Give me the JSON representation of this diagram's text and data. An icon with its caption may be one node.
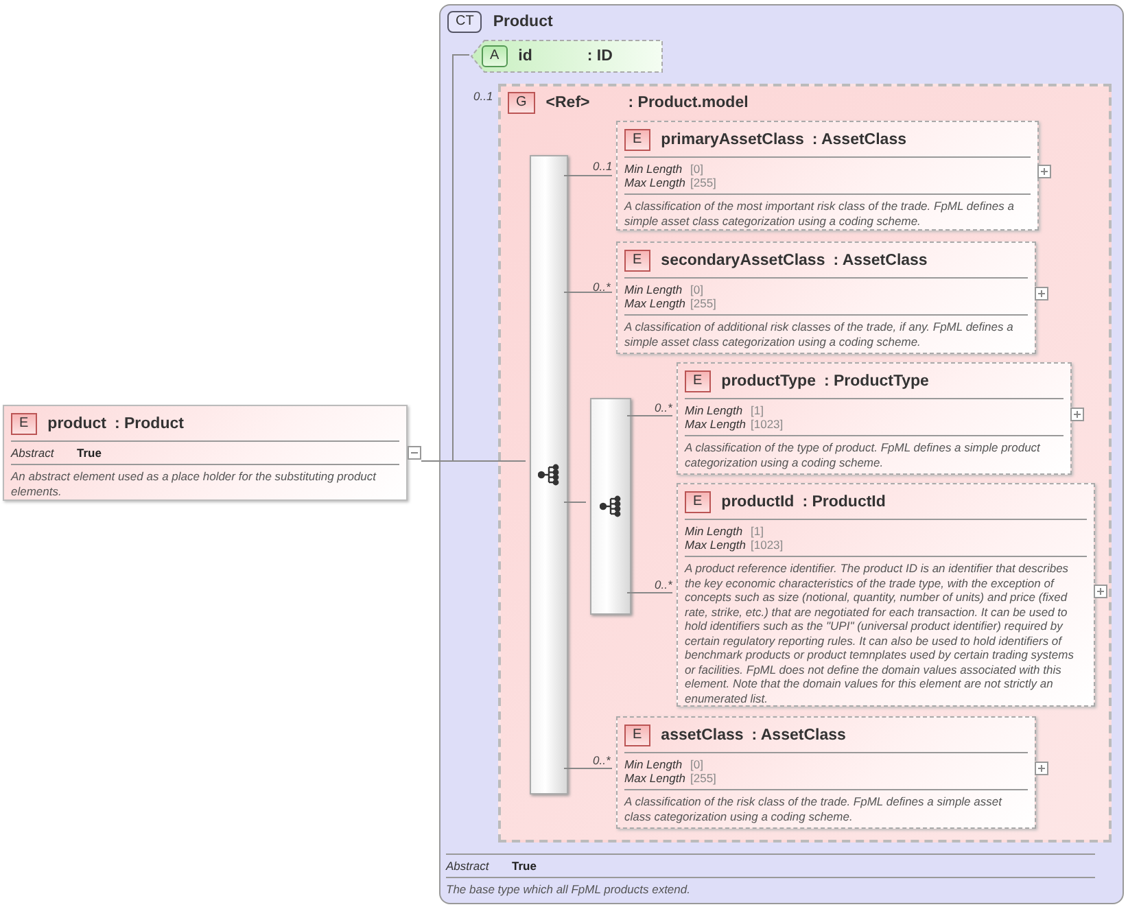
{
  "diagram": {
    "nodes": [
      {
        "text": [
          "E",
          "product",
          ": Product",
          "Abstract",
          "True",
          "An abstract element used as a place holder for the substituting product elements."
        ]
      },
      {
        "text": [
          "CT",
          "Product",
          "Abstract",
          "True",
          "The base type which all FpML products extend."
        ]
      },
      {
        "text": [
          "A",
          "id",
          ": ID"
        ],
        "in": 1
      },
      {
        "text": [
          "G",
          "<Ref>",
          ": Product.model"
        ],
        "in": 1,
        "beside": [
          "0..1"
        ]
      },
      {
        "text": [],
        "shape": "bar",
        "in": 3
      },
      {
        "text": [
          "E",
          "primaryAssetClass",
          ": AssetClass",
          "Min Length",
          "[0]",
          "Max Length",
          "[255]",
          "A classification of the most important risk class of the trade. FpML defines a simple asset class categorization using a coding scheme."
        ],
        "in": 3,
        "beside": [
          "0..1"
        ]
      },
      {
        "text": [
          "E",
          "secondaryAssetClass",
          ": AssetClass",
          "Min Length",
          "[0]",
          "Max Length",
          "[255]",
          "A classification of additional risk classes of the trade, if any. FpML defines a simple asset class categorization using a coding scheme."
        ],
        "in": 3,
        "beside": [
          "0..*"
        ]
      },
      {
        "text": [],
        "shape": "bar",
        "in": 3
      },
      {
        "text": [
          "E",
          "productType",
          ": ProductType",
          "Min Length",
          "[1]",
          "Max Length",
          "[1023]",
          "A classification of the type of product. FpML defines a simple product categorization using a coding scheme."
        ],
        "in": 3,
        "beside": [
          "0..*"
        ]
      },
      {
        "text": [
          "E",
          "productId",
          ": ProductId",
          "Min Length",
          "[1]",
          "Max Length",
          "[1023]",
          "A product reference identifier. The product ID is an identifier that describes the key economic characteristics of the trade type, with the exception of concepts such as size (notional, quantity, number of units) and price (fixed rate, strike, etc.) that are negotiated for each transaction. It can be used to hold identifiers such as the \"UPI\" (universal product identifier) required by certain regulatory reporting rules. It can also be used to hold identifiers of benchmark products or product temnplates used by certain trading systems or facilities. FpML does not define the domain values associated with this element. Note that the domain values for this element are not strictly an enumerated list."
        ],
        "in": 3,
        "beside": [
          "0..*"
        ]
      },
      {
        "text": [
          "E",
          "assetClass",
          ": AssetClass",
          "Min Length",
          "[0]",
          "Max Length",
          "[255]",
          "A classification of the risk class of the trade. FpML defines a simple asset class categorization using a coding scheme."
        ],
        "in": 3,
        "beside": [
          "0..*"
        ]
      }
    ],
    "edges": [
      {
        "from": 0,
        "to": 2,
        "arrow": "none"
      },
      {
        "from": 0,
        "to": 4,
        "arrow": "none"
      },
      {
        "from": 4,
        "to": 5,
        "arrow": "none"
      },
      {
        "from": 4,
        "to": 6,
        "arrow": "none"
      },
      {
        "from": 4,
        "to": 7,
        "arrow": "none"
      },
      {
        "from": 4,
        "to": 10,
        "arrow": "none"
      },
      {
        "from": 7,
        "to": 8,
        "arrow": "none"
      },
      {
        "from": 7,
        "to": 9,
        "arrow": "none"
      }
    ]
  }
}
